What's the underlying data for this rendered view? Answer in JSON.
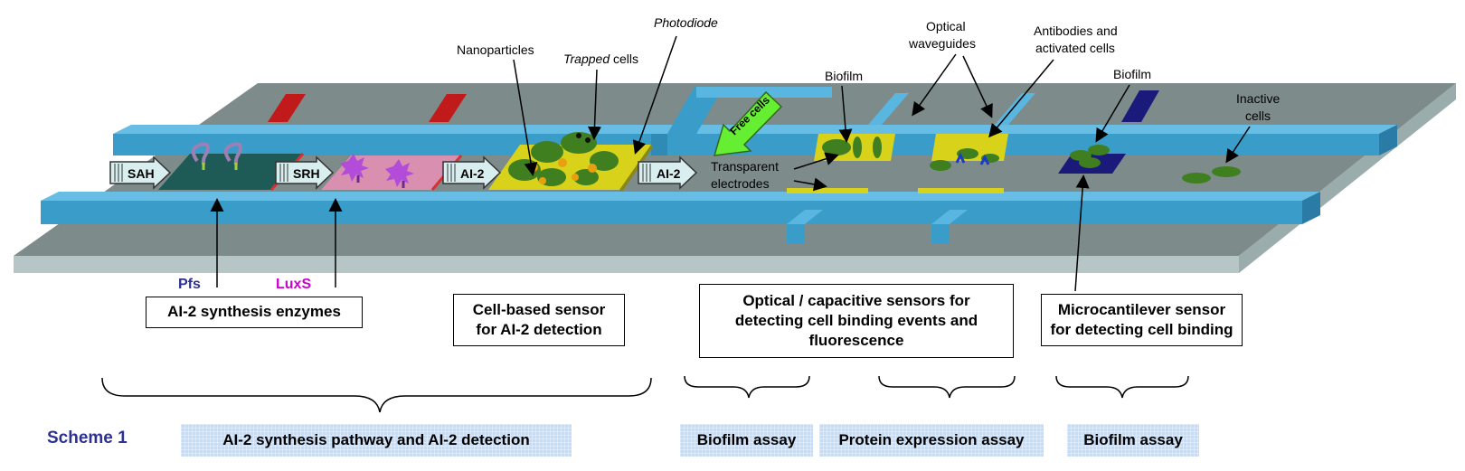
{
  "labels": {
    "nanoparticles": "Nanoparticles",
    "photodiode": "Photodiode",
    "trapped": "Trapped",
    "cells_word": " cells",
    "optical_waveguides_1": "Optical",
    "optical_waveguides_2": "waveguides",
    "antibodies_1": "Antibodies and",
    "antibodies_2": "activated cells",
    "biofilm_left": "Biofilm",
    "biofilm_right": "Biofilm",
    "inactive_1": "Inactive",
    "inactive_2": "cells",
    "free_cells": "Free cells",
    "transparent_1": "Transparent",
    "transparent_2": "electrodes",
    "sah": "SAH",
    "srh": "SRH",
    "ai2_a": "AI-2",
    "ai2_b": "AI-2",
    "pfs": "Pfs",
    "luxs": "LuxS"
  },
  "boxes": {
    "synthesis_enzymes": "AI-2 synthesis enzymes",
    "cell_sensor_1": "Cell-based sensor",
    "cell_sensor_2": "for AI-2 detection",
    "optical_1": "Optical / capacitive sensors for",
    "optical_2": "detecting cell binding events and",
    "optical_3": "fluorescence",
    "cantilever_1": "Microcantilever sensor",
    "cantilever_2": "for detecting cell binding"
  },
  "assays": {
    "scheme_title": "Scheme 1",
    "pathway": "AI-2 synthesis pathway and AI-2 detection",
    "biofilm_assay_1": "Biofilm assay",
    "protein_assay": "Protein expression assay",
    "biofilm_assay_2": "Biofilm assay"
  },
  "colors": {
    "platform_top": "#7a8888",
    "platform_side": "#a9bcbc",
    "channel": "#3a9cc8",
    "channel_light": "#58b6e0",
    "enzyme_pad": "#1f5b56",
    "luxs_pad": "#d98fb0",
    "sensor_pad": "#d8d21a",
    "cell_green": "#3f7f1f",
    "pfs_text": "#2e3192",
    "luxs_text": "#cc00cc",
    "title_blue": "#2e3192",
    "assay_fill": "#c6dcf5"
  }
}
